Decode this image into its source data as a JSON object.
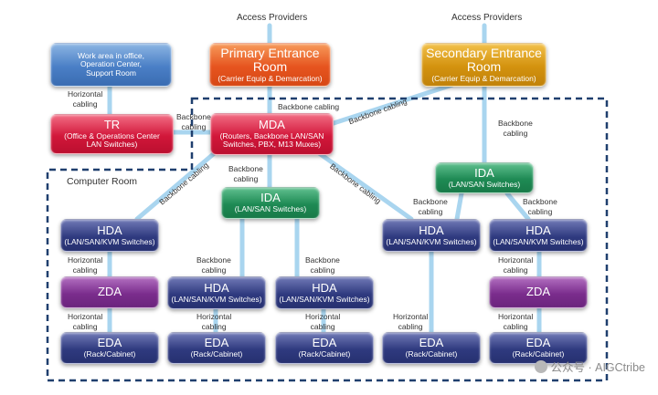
{
  "top_labels": {
    "left": "Access Providers",
    "right": "Access Providers"
  },
  "computer_room_label": "Computer Room",
  "boxes": {
    "work_area": {
      "lines": [
        "Work area in office,",
        "Operation Center,",
        "Support Room"
      ]
    },
    "primary": {
      "title": "Primary Entrance Room",
      "sub": "(Carrier Equip & Demarcation)"
    },
    "secondary": {
      "title": "Secondary Entrance Room",
      "sub": "(Carrier Equip & Demarcation)"
    },
    "tr": {
      "title": "TR",
      "sub": "(Office & Operations Center LAN Switches)"
    },
    "mda": {
      "title": "MDA",
      "sub": "(Routers, Backbone LAN/SAN Switches, PBX, M13 Muxes)"
    },
    "ida_center": {
      "title": "IDA",
      "sub": "(LAN/SAN Switches)"
    },
    "ida_right": {
      "title": "IDA",
      "sub": "(LAN/SAN Switches)"
    },
    "hda_1": {
      "title": "HDA",
      "sub": "(LAN/SAN/KVM Switches)"
    },
    "hda_2": {
      "title": "HDA",
      "sub": "(LAN/SAN/KVM Switches)"
    },
    "hda_3": {
      "title": "HDA",
      "sub": "(LAN/SAN/KVM Switches)"
    },
    "hda_4": {
      "title": "HDA",
      "sub": "(LAN/SAN/KVM Switches)"
    },
    "hda_5": {
      "title": "HDA",
      "sub": "(LAN/SAN/KVM Switches)"
    },
    "zda_1": {
      "title": "ZDA"
    },
    "zda_2": {
      "title": "ZDA"
    },
    "eda_1": {
      "title": "EDA",
      "sub": "(Rack/Cabinet)"
    },
    "eda_2": {
      "title": "EDA",
      "sub": "(Rack/Cabinet)"
    },
    "eda_3": {
      "title": "EDA",
      "sub": "(Rack/Cabinet)"
    },
    "eda_4": {
      "title": "EDA",
      "sub": "(Rack/Cabinet)"
    },
    "eda_5": {
      "title": "EDA",
      "sub": "(Rack/Cabinet)"
    }
  },
  "cable_labels": {
    "horizontal": [
      "Horizontal",
      "cabling"
    ],
    "backbone": [
      "Backbone",
      "cabling"
    ],
    "backbone_single": "Backbone cabling"
  },
  "watermark": "公众号 · AIGCtribe",
  "colors": {
    "connector": "#a9d5ef",
    "dashed_border": "#1f3f6e",
    "blue": "#4a7fc6",
    "orange": "#e6541f",
    "gold": "#d3920e",
    "red": "#d2173a",
    "green": "#1e8a54",
    "navy": "#2f3a7f",
    "purple": "#7b2d8d"
  }
}
